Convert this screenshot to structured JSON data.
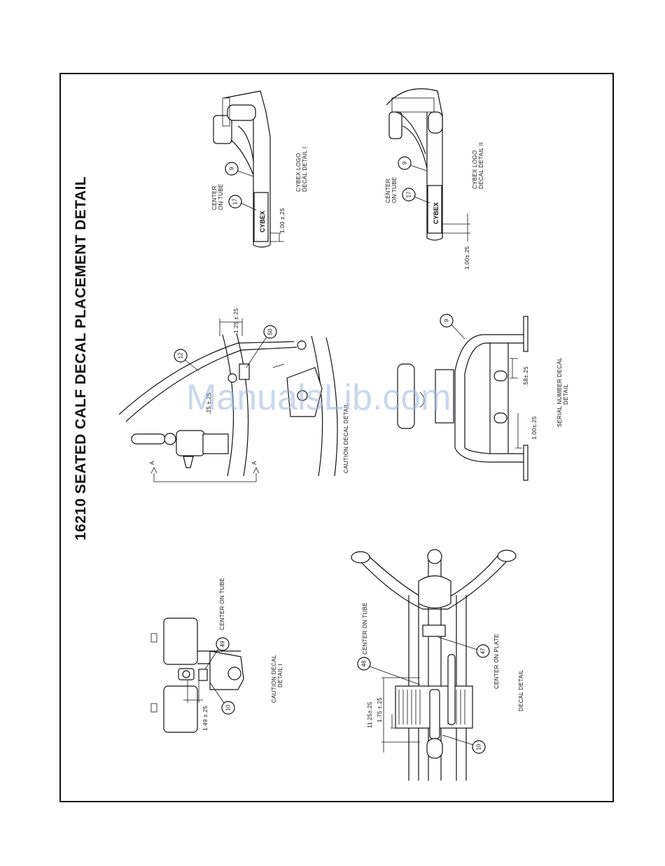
{
  "title": "16210 SEATED CALF DECAL PLACEMENT  DETAIL",
  "watermark": "ManualsLib.com",
  "details": {
    "cybex_logo_1": {
      "label_line1": "CYBEX LOGO",
      "label_line2": "DECAL DETAIL I",
      "center_line1": "CENTER",
      "center_line2": "ON TUBE",
      "dimension": "1.00 ±.25",
      "callout_a": "17",
      "callout_b": "9",
      "brand": "CYBEX"
    },
    "cybex_logo_2": {
      "label_line1": "CYBEX LOGO",
      "label_line2": "DECAL DETAIL II",
      "center_line1": "CENTER",
      "center_line2": "ON TUBE",
      "dimension": "1.00±.25",
      "callout_a": "17",
      "callout_b": "9",
      "brand": "CYBEX"
    },
    "caution_detail_main": {
      "label": "CAUTION DECAL DETAIL",
      "dimension_a": "1.25 ±.25",
      "dimension_b": ".25 ±.25",
      "section_mark": "A",
      "callout_a": "12",
      "callout_b": "50"
    },
    "serial_number": {
      "label_line1": "SERIAL NUMBER DECAL",
      "label_line2": "DETAIL",
      "dimension_a": ".58±.25",
      "dimension_b": "1.00±.25",
      "callout": "9"
    },
    "caution_detail_1": {
      "label_line1": "CAUTION DECAL",
      "label_line2": "DETAIL I",
      "center": "CENTER ON TUBE",
      "dimension": "1.49 ±.25",
      "callout_a": "49",
      "callout_b": "10"
    },
    "decal_detail": {
      "label": "DECAL DETAIL",
      "center_tube": "CENTER ON TUBE",
      "center_plate": "CENTER ON PLATE",
      "dimension_a": "11.25±.25",
      "dimension_b": "1.75 ±.25",
      "callout_a": "48",
      "callout_b": "47",
      "callout_c": "10"
    }
  }
}
